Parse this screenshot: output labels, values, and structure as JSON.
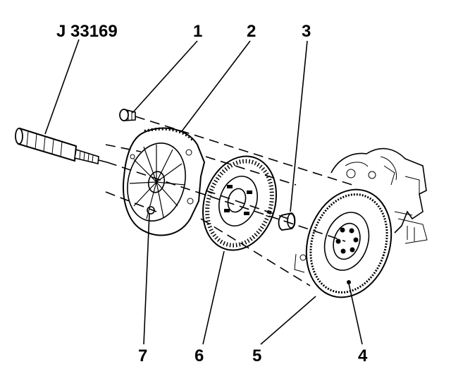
{
  "diagram": {
    "tool_label": "J 33169",
    "callouts": [
      "1",
      "2",
      "3",
      "4",
      "5",
      "6",
      "7"
    ]
  }
}
